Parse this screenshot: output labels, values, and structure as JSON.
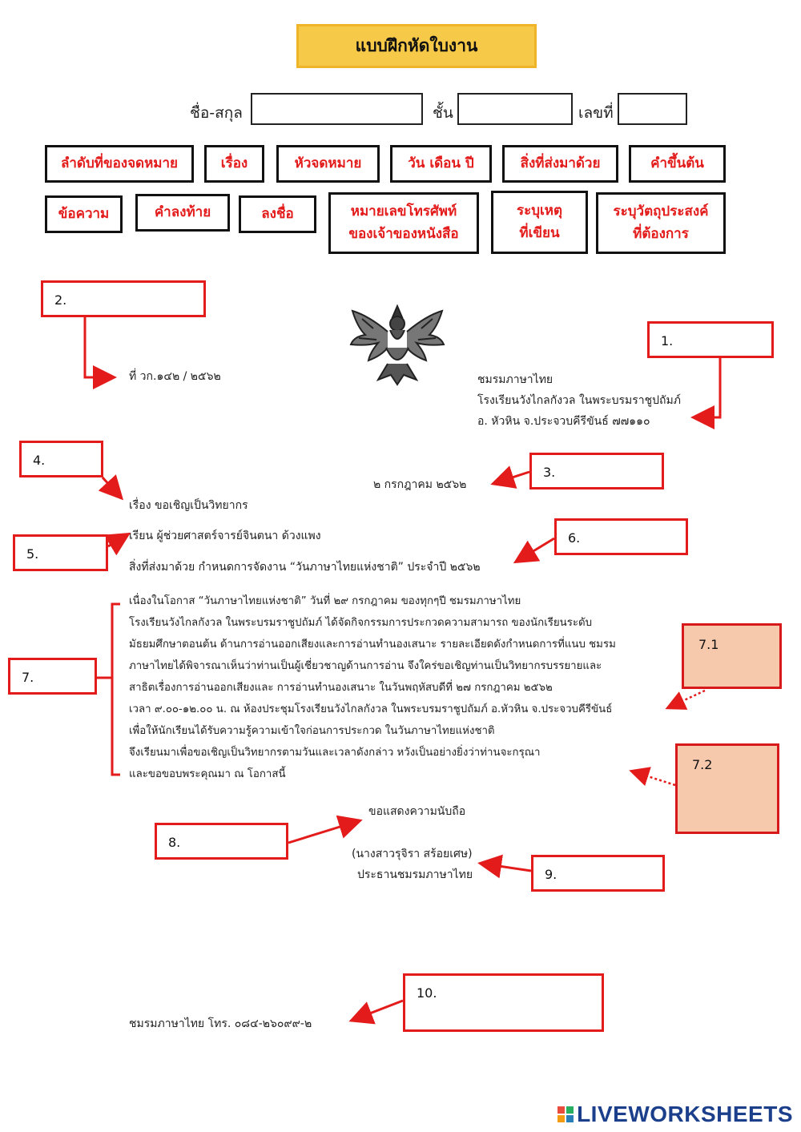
{
  "header": {
    "title": "แบบฝึกหัดใบงาน"
  },
  "student": {
    "name_label": "ชื่อ-สกุล",
    "class_label": "ชั้น",
    "number_label": "เลขที่"
  },
  "choices": [
    "ลำดับที่ของจดหมาย",
    "เรื่อง",
    "หัวจดหมาย",
    "วัน เดือน ปี",
    "สิ่งที่ส่งมาด้วย",
    "คำขึ้นต้น",
    "ข้อความ",
    "คำลงท้าย",
    "ลงชื่อ",
    "หมายเลขโทรศัพท์\nของเจ้าของหนังสือ",
    "ระบุเหตุ\nที่เขียน",
    "ระบุวัตถุประสงค์\nที่ต้องการ"
  ],
  "answers": [
    "1.",
    "2.",
    "3.",
    "4.",
    "5.",
    "6.",
    "7.",
    "7.1",
    "7.2",
    "8.",
    "9.",
    "10."
  ],
  "letter": {
    "ref": "ที่ วก.๑๔๒ / ๒๕๖๒",
    "sender": [
      "ชมรมภาษาไทย",
      "โรงเรียนวังไกลกังวล  ในพระบรมราชูปถัมภ์",
      "อ. หัวหิน จ.ประจวบคีรีขันธ์ ๗๗๑๑๐"
    ],
    "date": "๒  กรกฎาคม  ๒๕๖๒",
    "subject": "เรื่อง    ขอเชิญเป็นวิทยากร",
    "salutation": "เรียน    ผู้ช่วยศาสตร์จารย์จินตนา  ด้วงแพง",
    "enclosure": "สิ่งที่ส่งมาด้วย   กำหนดการจัดงาน “วันภาษาไทยแห่งชาติ”  ประจำปี  ๒๕๖๒",
    "body": [
      "              เนื่องในโอกาส “วันภาษาไทยแห่งชาติ”    วันที่ ๒๙ กรกฎาคม ของทุกๆปี ชมรมภาษาไทย",
      "โรงเรียนวังไกลกังวล  ในพระบรมราชูปถัมภ์  ได้จัดกิจกรรมการประกวดความสามารถ ของนักเรียนระดับ",
      "มัธยมศึกษาตอนต้น ด้านการอ่านออกเสียงและการอ่านทำนองเสนาะ รายละเอียดดังกำหนดการที่แนบ ชมรม",
      "ภาษาไทยได้พิจารณาเห็นว่าท่านเป็นผู้เชี่ยวชาญด้านการอ่าน จึงใคร่ขอเชิญท่านเป็นวิทยากรบรรยายและ",
      "สาธิตเรื่องการอ่านออกเสียงและ  การอ่านทำนองเสนาะ ในวันพฤหัสบดีที่ ๒๗ กรกฎาคม ๒๕๖๒",
      "เวลา ๙.๐๐-๑๒.๐๐ น. ณ ห้องประชุมโรงเรียนวังไกลกังวล ในพระบรมราชูปถัมภ์ อ.หัวหิน จ.ประจวบคีรีขันธ์",
      "เพื่อให้นักเรียนได้รับความรู้ความเข้าใจก่อนการประกวด   ในวันภาษาไทยแห่งชาติ",
      "              จึงเรียนมาเพื่อขอเชิญเป็นวิทยากรตามวันและเวลาดังกล่าว  หวังเป็นอย่างยิ่งว่าท่านจะกรุณา",
      "และขอขอบพระคุณมา  ณ  โอกาสนี้"
    ],
    "closing": "ขอแสดงความนับถือ",
    "signer_name": "(นางสาวรุจิรา  สร้อยเศษ)",
    "signer_title": "ประธานชมรมภาษาไทย",
    "footer": "ชมรมภาษาไทย   โทร. ๐๘๔-๒๖๐๙๙-๒"
  },
  "brand": {
    "text": "LIVEWORKSHEETS"
  },
  "colors": {
    "title_bg": "#f7c948",
    "label_red": "#e31b1b",
    "pink_box": "#f6c8ac",
    "arrow": "#e31b1b",
    "brand_blue": "#1b3f8b"
  }
}
